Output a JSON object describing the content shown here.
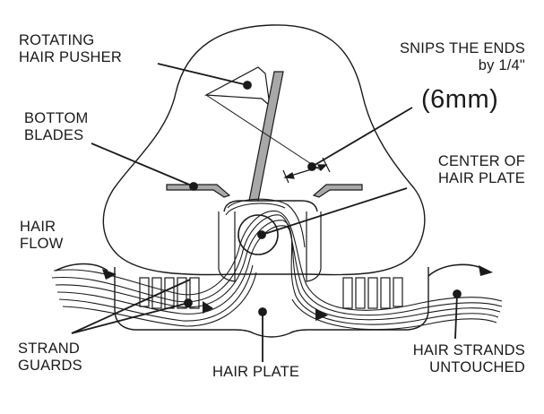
{
  "labels": {
    "rotating_hair_pusher": [
      "ROTATING",
      "HAIR PUSHER"
    ],
    "snips_the_ends": [
      "SNIPS THE ENDS",
      "by  1/4\""
    ],
    "snip_metric": "(6mm)",
    "bottom_blades": [
      "BOTTOM",
      "BLADES"
    ],
    "center_of_hair_plate": [
      "CENTER OF",
      "HAIR PLATE"
    ],
    "hair_flow": [
      "HAIR",
      "FLOW"
    ],
    "strand_guards": [
      "STRAND",
      "GUARDS"
    ],
    "hair_plate": "HAIR PLATE",
    "hair_strands_untouched": [
      "HAIR STRANDS",
      "UNTOUCHED"
    ]
  },
  "colors": {
    "ink": "#1a1a1a",
    "blade_fill": "#a8a8a8",
    "background": "#ffffff"
  }
}
